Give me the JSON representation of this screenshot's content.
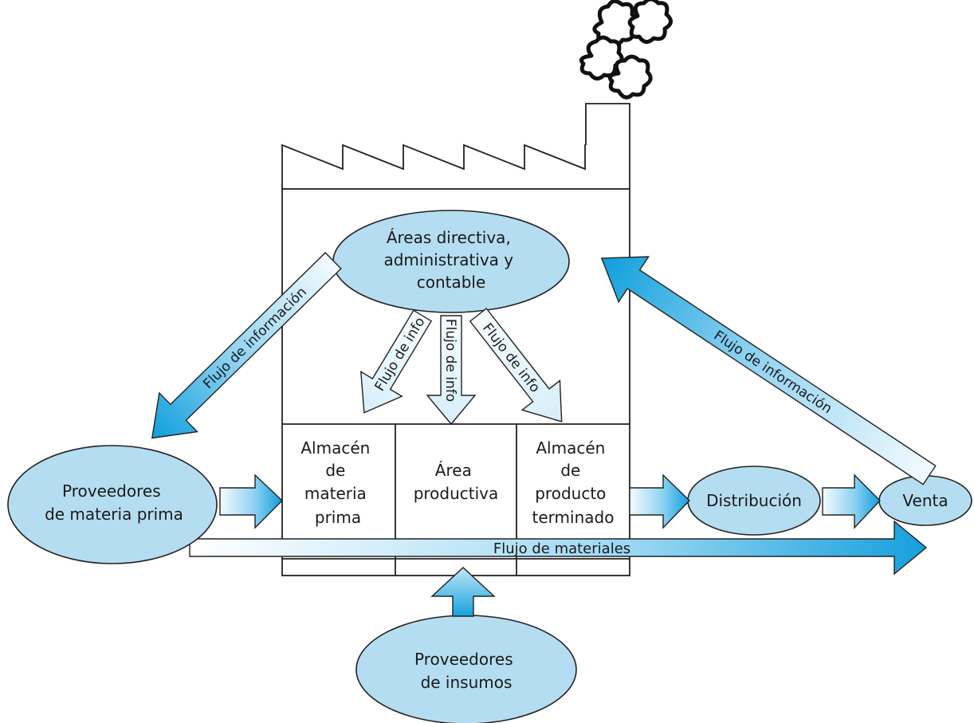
{
  "colors": {
    "ellipse_fill": "#b5ddf1",
    "arrow_dark": "#1aa6e0",
    "arrow_light": "#e6f5fc",
    "stroke": "#222222"
  },
  "nodes": {
    "management": [
      "Áreas directiva,",
      "administrativa y",
      "contable"
    ],
    "raw_suppliers": [
      "Proveedores",
      "de materia prima"
    ],
    "supply_providers": [
      "Proveedores",
      "de insumos"
    ],
    "distribution": "Distribución",
    "sale": "Venta",
    "raw_warehouse": [
      "Almacén",
      "de",
      "materia",
      "prima"
    ],
    "production": [
      "Área",
      "productiva"
    ],
    "finished_warehouse": [
      "Almacén",
      "de",
      "producto",
      "terminado"
    ]
  },
  "arrows": {
    "info_left": "Flujo de información",
    "info_right": "Flujo de información",
    "info_down_1": "Flujo de info",
    "info_down_2": "Flujo de info",
    "info_down_3": "Flujo de info",
    "materials": "Flujo de materiales"
  },
  "icons": [
    "factory-roof-icon",
    "smoke-cloud-icon",
    "chimney-icon"
  ]
}
